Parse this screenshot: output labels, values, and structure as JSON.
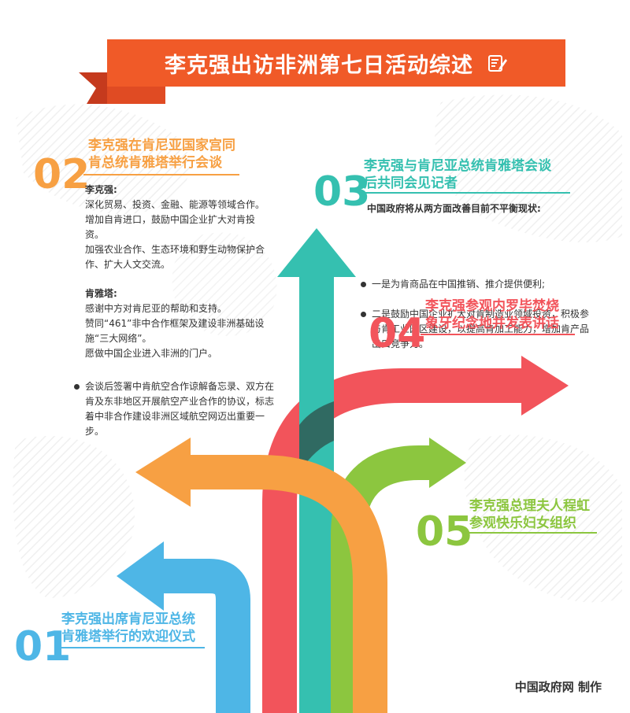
{
  "title": "李克强出访非洲第七日活动综述",
  "icon": "edit-note-icon",
  "colors": {
    "banner": "#f05a28",
    "orange": "#f7a043",
    "teal": "#35c0b0",
    "red": "#f2545b",
    "green": "#8cc63f",
    "blue": "#4eb6e6"
  },
  "sections": {
    "s01": {
      "num": "01",
      "heading_line1": "李克强出席肯尼亚总统",
      "heading_line2": "肯雅塔举行的欢迎仪式"
    },
    "s02": {
      "num": "02",
      "heading_line1": "李克强在肯尼亚国家宫同",
      "heading_line2": "肯总统肯雅塔举行会谈",
      "li_label": "李克强:",
      "li_p1": "深化贸易、投资、金融、能源等领域合作。",
      "li_p2": "增加自肯进口，鼓励中国企业扩大对肯投资。",
      "li_p3": "加强农业合作、生态环境和野生动物保护合作、扩大人文交流。",
      "ken_label": "肯雅塔:",
      "ken_p1": "感谢中方对肯尼亚的帮助和支持。",
      "ken_p2": "赞同“461”非中合作框架及建设非洲基础设施“三大网络”。",
      "ken_p3": "愿做中国企业进入非洲的门户。",
      "bullet": "会谈后签署中肯航空合作谅解备忘录、双方在肯及东非地区开展航空产业合作的协议，标志着中非合作建设非洲区域航空网迈出重要一步。"
    },
    "s03": {
      "num": "03",
      "heading_line1": "李克强与肯尼亚总统肯雅塔会谈",
      "heading_line2": "后共同会见记者",
      "sub": "中国政府将从两方面改善目前不平衡现状:",
      "b1": "一是为肯商品在中国推销、推介提供便利;",
      "b2": "二是鼓励中国企业扩大对肯制造业领域投资，积极参与肯工业园区建设，以提高肯加工能力，增加肯产品出口竞争力。"
    },
    "s04": {
      "num": "04",
      "heading_line1": "李克强参观内罗毕焚烧",
      "heading_line2": "象牙纪念地并发表讲话"
    },
    "s05": {
      "num": "05",
      "heading_line1": "李克强总理夫人程虹",
      "heading_line2": "参观快乐妇女组织"
    }
  },
  "credit": "中国政府网 制作"
}
